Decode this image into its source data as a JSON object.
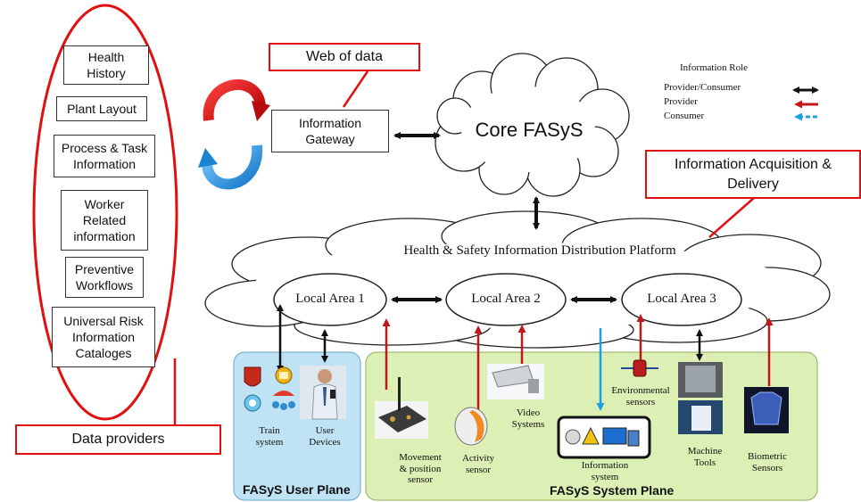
{
  "left_panel": {
    "items": [
      "Health\nHistory",
      "Plant Layout",
      "Process & Task\nInformation",
      "Worker\nRelated\ninformation",
      "Preventive\nWorkflows",
      "Universal Risk\nInformation\nCataloges"
    ],
    "callout": "Data providers"
  },
  "web_of_data": "Web of data",
  "gateway": "Information\nGateway",
  "core": "Core FASyS",
  "acquisition": "Information Acquisition &\nDelivery",
  "legend": {
    "title": "Information Role",
    "items": [
      {
        "label": "Provider/Consumer",
        "color": "#111111"
      },
      {
        "label": "Provider",
        "color": "#c01818"
      },
      {
        "label": "Consumer",
        "color": "#1aa0e6"
      }
    ]
  },
  "platform": "Health & Safety Information Distribution Platform",
  "areas": [
    "Local Area 1",
    "Local Area 2",
    "Local Area 3"
  ],
  "user_plane": {
    "title": "FASyS User Plane",
    "train": "Train\nsystem",
    "devices": "User\nDevices"
  },
  "system_plane": {
    "title": "FASyS System Plane",
    "movement": "Movement\n& position\nsensor",
    "activity": "Activity\nsensor",
    "video": "Video\nSystems",
    "infosys": "Information\nsystem",
    "environmental": "Environmental\nsensors",
    "machine": "Machine\nTools",
    "biometric": "Biometric\nSensors"
  },
  "colors": {
    "red": "#e01010",
    "provider_red": "#c01818",
    "consumer_blue": "#1aa0e6",
    "user_plane_bg": "#bfe3f5",
    "system_plane_bg": "#dcefb4"
  }
}
